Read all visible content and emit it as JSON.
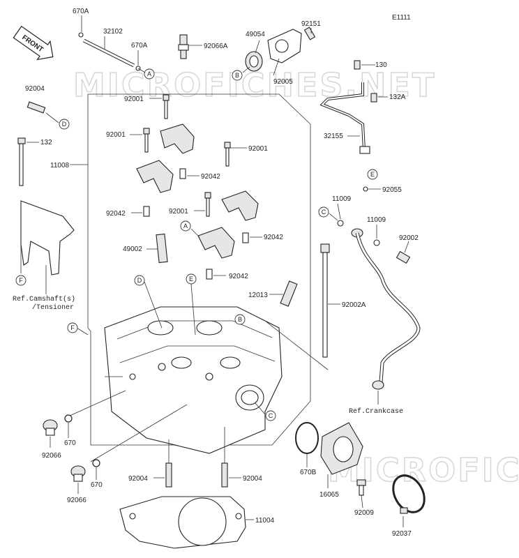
{
  "diagram_code": "E1111",
  "front_badge": "FRONT",
  "watermark": "MICROFICHES.NET",
  "parts": {
    "p670A_top": "670A",
    "p32102": "32102",
    "p670A_mid": "670A",
    "p92066A": "92066A",
    "p49054": "49054",
    "p92151": "92151",
    "p92005": "92005",
    "p130": "130",
    "p132A": "132A",
    "p32155": "32155",
    "p92055": "92055",
    "p92004_top": "92004",
    "p132": "132",
    "p11008": "11008",
    "p92001_a": "92001",
    "p92001_b": "92001",
    "p92001_c": "92001",
    "p92001_d": "92001",
    "p92042_a": "92042",
    "p92042_b": "92042",
    "p92042_c": "92042",
    "p92042_d": "92042",
    "p49002": "49002",
    "p12013": "12013",
    "p11009_a": "11009",
    "p11009_b": "11009",
    "p92002": "92002",
    "p92002A": "92002A",
    "p670_a": "670",
    "p670_b": "670",
    "p92066_a": "92066",
    "p92066_b": "92066",
    "p92004_a": "92004",
    "p92004_b": "92004",
    "p11004": "11004",
    "p670B": "670B",
    "p16065": "16065",
    "p92009": "92009",
    "p92037": "92037"
  },
  "refs": {
    "camshaft_line1": "Ref.Camshaft(s)",
    "camshaft_line2": "/Tensioner",
    "crankcase": "Ref.Crankcase"
  },
  "callouts": {
    "A1": "A",
    "A2": "A",
    "B1": "B",
    "B2": "B",
    "C1": "C",
    "C2": "C",
    "D1": "D",
    "D2": "D",
    "E1": "E",
    "E2": "E",
    "F1": "F",
    "F2": "F"
  }
}
